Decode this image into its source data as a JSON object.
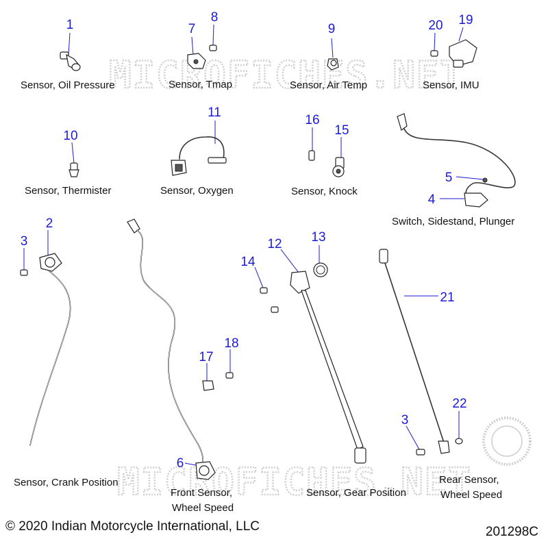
{
  "callouts": {
    "c1": "1",
    "c2": "2",
    "c3a": "3",
    "c3b": "3",
    "c4": "4",
    "c5": "5",
    "c6": "6",
    "c7": "7",
    "c8": "8",
    "c9": "9",
    "c10": "10",
    "c11": "11",
    "c12": "12",
    "c13": "13",
    "c14": "14",
    "c15": "15",
    "c16": "16",
    "c17": "17",
    "c18": "18",
    "c19": "19",
    "c20": "20",
    "c21": "21",
    "c22": "22"
  },
  "captions": {
    "oil_pressure": "Sensor, Oil Pressure",
    "tmap": "Sensor, Tmap",
    "air_temp": "Sensor, Air Temp",
    "imu": "Sensor, IMU",
    "thermister": "Sensor, Thermister",
    "oxygen": "Sensor, Oxygen",
    "knock": "Sensor, Knock",
    "sidestand": "Switch, Sidestand, Plunger",
    "crank_position": "Sensor, Crank Position",
    "front_speed_1": "Front Sensor,",
    "front_speed_2": "Wheel Speed",
    "gear_position": "Sensor, Gear Position",
    "rear_speed_1": "Rear Sensor,",
    "rear_speed_2": "Wheel Speed"
  },
  "watermark": "MICROFICHES.NET",
  "footer": {
    "copyright": "© 2020 Indian Motorcycle International, LLC",
    "doc_number": "201298C"
  }
}
